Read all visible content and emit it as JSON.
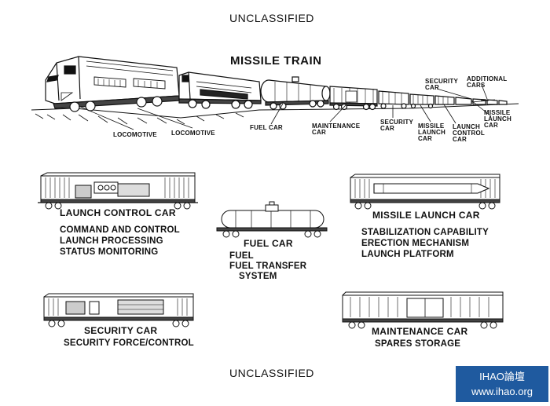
{
  "header": {
    "classification": "UNCLASSIFIED"
  },
  "footer": {
    "classification": "UNCLASSIFIED"
  },
  "title": "MISSILE TRAIN",
  "train_labels": {
    "locomotive_1": "LOCOMOTIVE",
    "locomotive_2": "LOCOMOTIVE",
    "fuel_car": "FUEL CAR",
    "maintenance_car": [
      "MAINTENANCE",
      "CAR"
    ],
    "security_car_lower": [
      "SECURITY",
      "CAR"
    ],
    "security_car_upper": [
      "SECURITY",
      "CAR"
    ],
    "additional_cars": [
      "ADDITIONAL",
      "CARS"
    ],
    "missile_launch_car_lower": [
      "MISSILE",
      "LAUNCH",
      "CAR"
    ],
    "missile_launch_car_right": [
      "MISSILE",
      "LAUNCH",
      "CAR"
    ],
    "launch_control_car": [
      "LAUNCH",
      "CONTROL",
      "CAR"
    ]
  },
  "cars": {
    "launch_control": {
      "title": "LAUNCH CONTROL CAR",
      "lines": [
        "COMMAND AND CONTROL",
        "LAUNCH PROCESSING",
        "STATUS MONITORING"
      ]
    },
    "fuel": {
      "title": "FUEL CAR",
      "lines": [
        "FUEL",
        "FUEL TRANSFER",
        "SYSTEM"
      ]
    },
    "missile_launch": {
      "title": "MISSILE LAUNCH CAR",
      "lines": [
        "STABILIZATION CAPABILITY",
        "ERECTION MECHANISM",
        "LAUNCH PLATFORM"
      ]
    },
    "security": {
      "title": "SECURITY CAR",
      "lines": [
        "SECURITY FORCE/CONTROL"
      ]
    },
    "maintenance": {
      "title": "MAINTENANCE CAR",
      "lines": [
        "SPARES STORAGE"
      ]
    }
  },
  "watermark": {
    "line1": "IHAO論壇",
    "line2": "www.ihao.org"
  }
}
